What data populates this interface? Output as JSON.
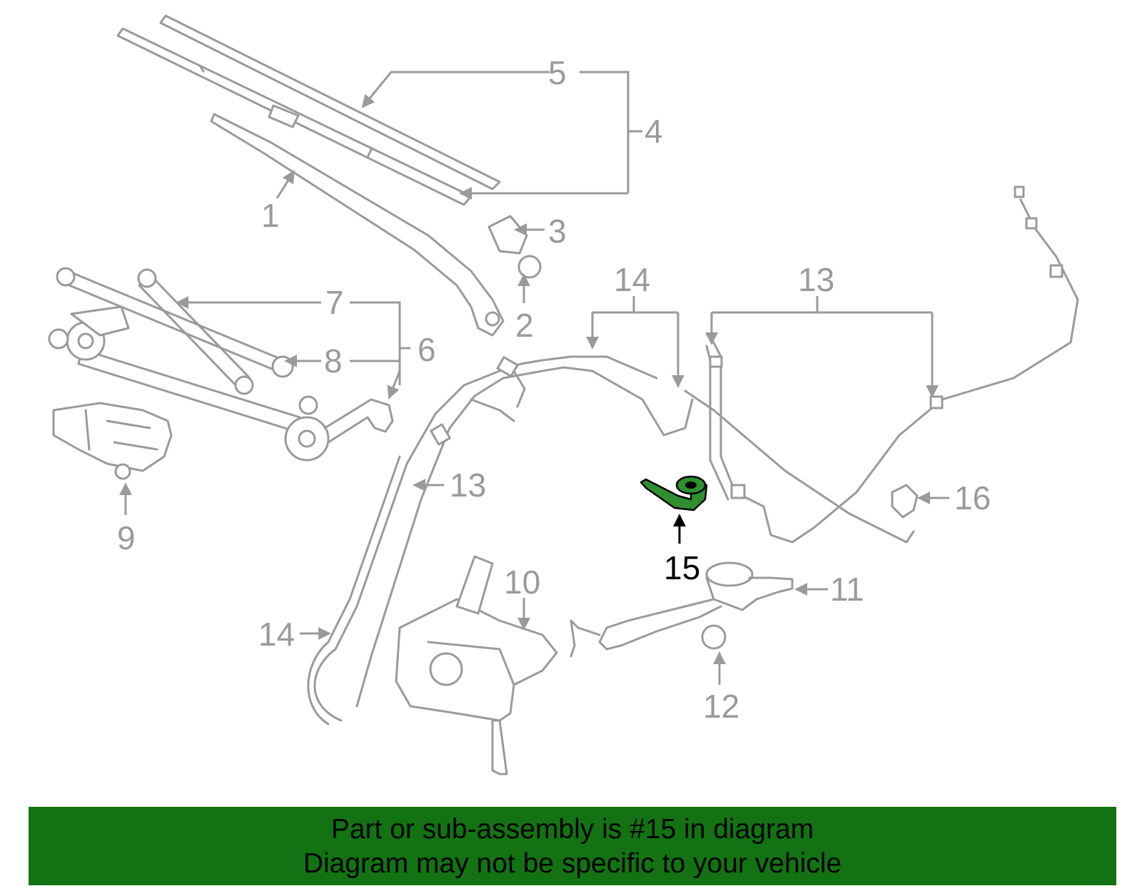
{
  "banner": {
    "line1": "Part or sub-assembly is #15 in diagram",
    "line2": "Diagram may not be specific to your vehicle",
    "color": "#137313"
  },
  "highlight": {
    "part_number": "15",
    "color": "#2f8f2f"
  },
  "callouts": {
    "c1": "1",
    "c2": "2",
    "c3": "3",
    "c4": "4",
    "c5": "5",
    "c6": "6",
    "c7": "7",
    "c8": "8",
    "c9": "9",
    "c10": "10",
    "c11": "11",
    "c12": "12",
    "c13a": "13",
    "c13b": "13",
    "c14a": "14",
    "c14b": "14",
    "c15": "15",
    "c16": "16"
  }
}
